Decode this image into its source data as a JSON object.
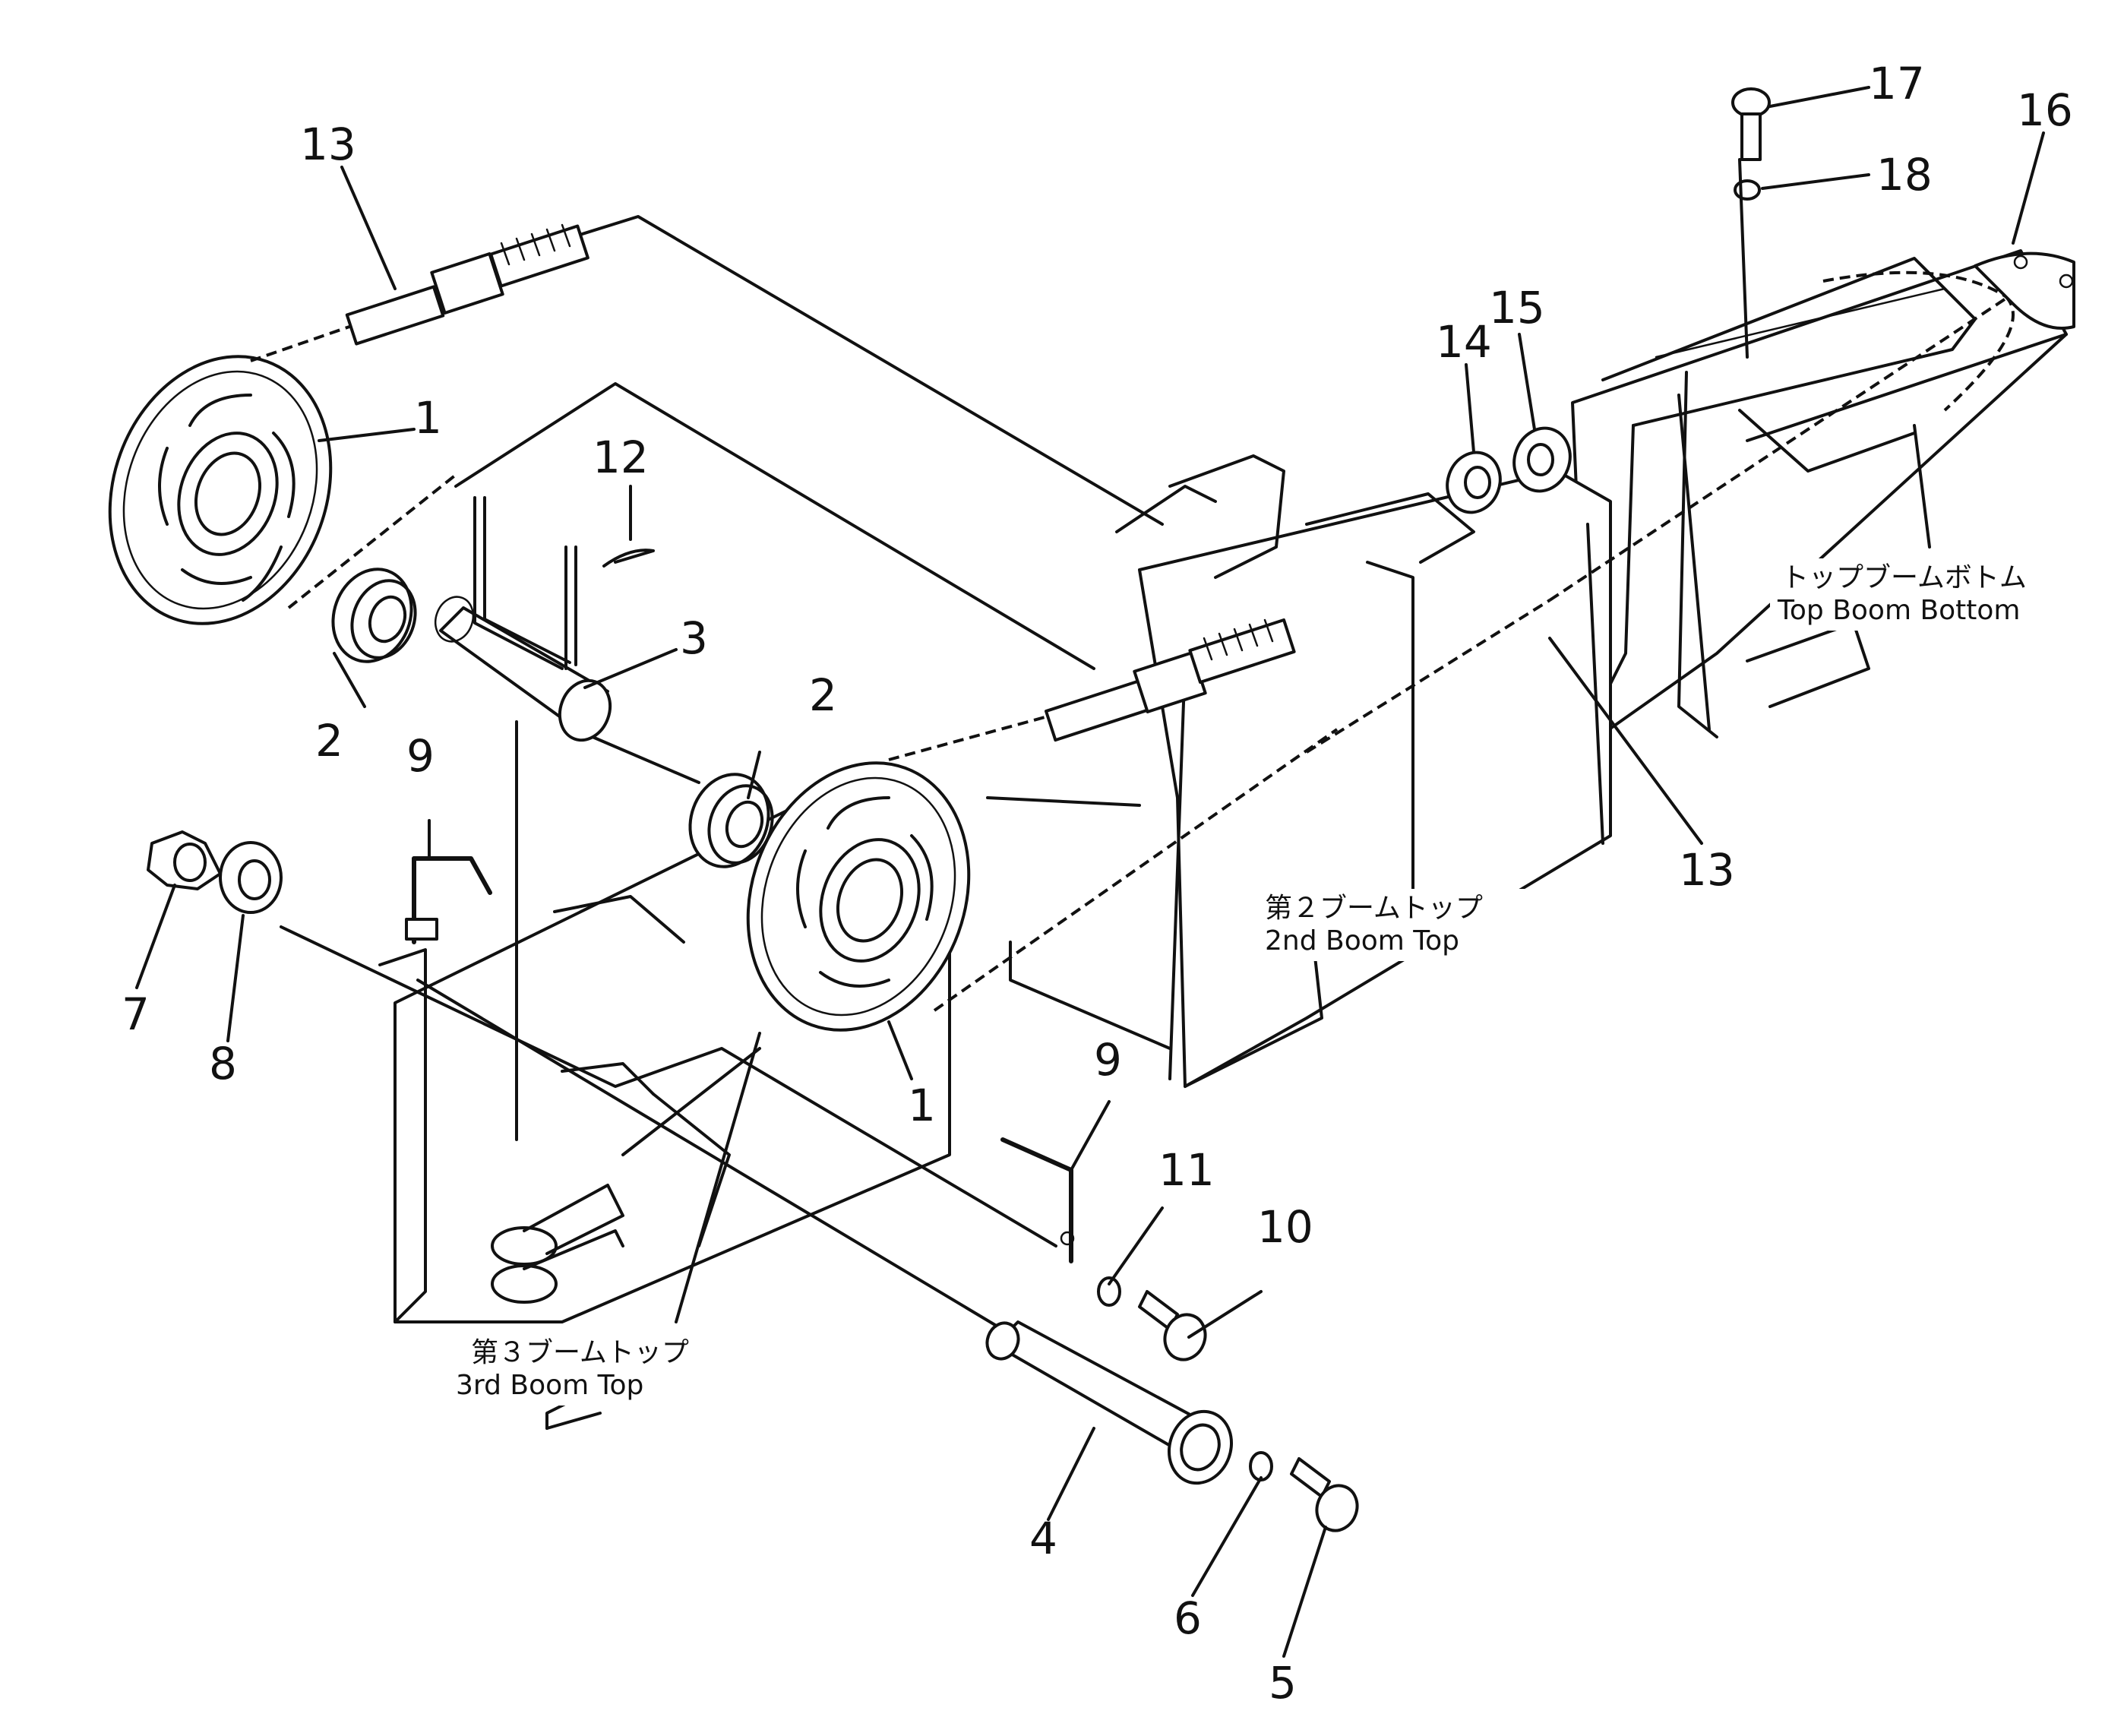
{
  "callouts": {
    "c1a": "1",
    "c1b": "1",
    "c2a": "2",
    "c2b": "2",
    "c3": "3",
    "c4": "4",
    "c5": "5",
    "c6": "6",
    "c7": "7",
    "c8": "8",
    "c9a": "9",
    "c9b": "9",
    "c10": "10",
    "c11": "11",
    "c12": "12",
    "c13a": "13",
    "c13b": "13",
    "c14": "14",
    "c15": "15",
    "c16": "16",
    "c17": "17",
    "c18": "18"
  },
  "labels": {
    "top_boom_bottom_jp": "トップブームボトム",
    "top_boom_bottom_en": "Top  Boom  Bottom",
    "second_boom_top_jp": "第２ブームトップ",
    "second_boom_top_en": "2nd  Boom  Top",
    "third_boom_top_jp": "第３ブームトップ",
    "third_boom_top_en": "3rd  Boom  Top"
  }
}
